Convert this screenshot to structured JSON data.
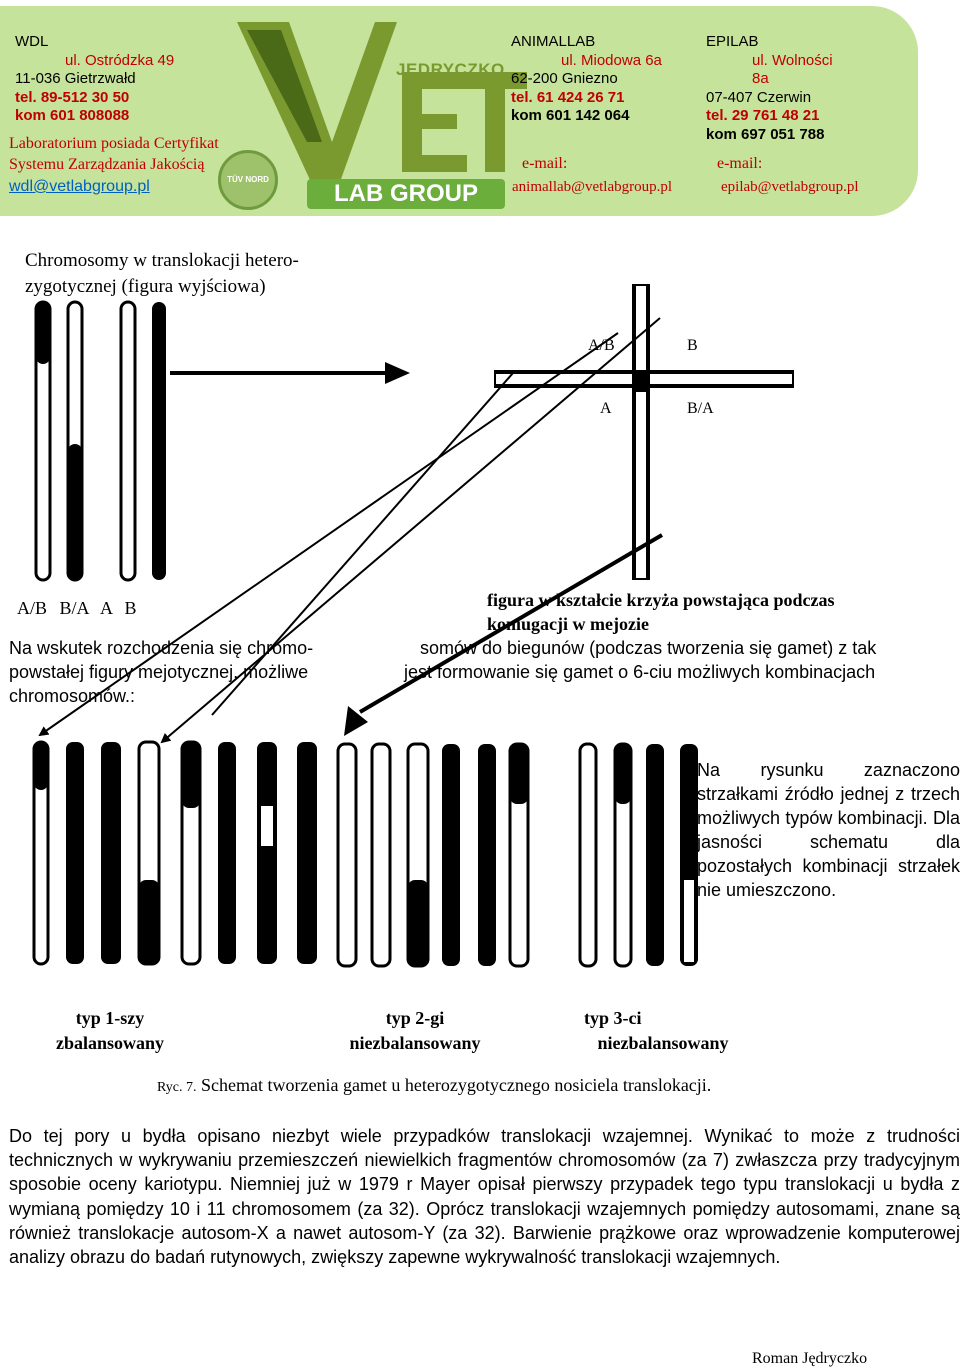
{
  "header": {
    "wdl": {
      "name": "WDL",
      "street": "ul. Ostródzka 49",
      "city": "11-036 Gietrzwałd",
      "tel": "tel. 89-512 30 50",
      "kom": "kom 601 808088",
      "email": "wdl@vetlabgroup.pl"
    },
    "certificate": [
      "Laboratorium posiada Certyfikat",
      "Systemu Zarządzania Jakością"
    ],
    "animallab": {
      "name": "ANIMALLAB",
      "street": "ul. Miodowa 6a",
      "city": "62-200 Gniezno",
      "tel": "tel. 61 424 26 71",
      "kom": "kom 601 142 064",
      "email_label": "e-mail:",
      "email": "animallab@vetlabgroup.pl"
    },
    "epilab": {
      "name": "EPILAB",
      "street1": "ul. Wolności",
      "street2": "8a",
      "city": "07-407 Czerwin",
      "tel": "tel. 29 761 48 21",
      "kom": "kom 697 051 788",
      "email_label": "e-mail:",
      "email": "epilab@vetlabgroup.pl"
    },
    "logo_brand": "JĘDRYCZKO",
    "logo_group": "LAB GROUP",
    "seal_text": "TÜV NORD",
    "colors": {
      "header_bg": "#c6e39b",
      "accent_red": "#c00000",
      "logo_green": "#6cae3b"
    }
  },
  "figure": {
    "title_lines": [
      "Chromosomy w translokacji hetero-",
      "zygotycznej (figura wyjściowa)"
    ],
    "chromosome_labels": "A/B B/A A B",
    "cross_labels": {
      "top_left": "A/B",
      "top_right": "B",
      "bottom_left": "A",
      "bottom_right": "B/A"
    },
    "cross_caption_lines": [
      "figura w kształcie krzyża powstająca podczas",
      "koniugacji w mejozie"
    ],
    "left_text_lines": [
      "Na wskutek rozchodzenia się chromo-",
      "powstałej figury mejotycznej, możliwe",
      "chromosomów.:"
    ],
    "right_text_lines": [
      "somów do biegunów (podczas tworzenia się gamet) z tak",
      "jest formowanie się gamet o 6-ciu możliwych kombinacjach"
    ],
    "note": "Na rysunku zaznaczono strzałkami źródło jednej z trzech możliwych typów kombinacji. Dla jasności schematu dla pozostałych kombinacji strzałek nie umieszczono.",
    "types": [
      {
        "line1": "typ  1-szy",
        "line2": "zbalansowany"
      },
      {
        "line1": "typ 2-gi",
        "line2": "niezbalansowany"
      },
      {
        "line1": "typ 3-ci",
        "line2": "niezbalansowany"
      }
    ],
    "caption_prefix": "Ryc. 7.",
    "caption": "Schemat tworzenia gamet u heterozygotycznego nosiciela translokacji."
  },
  "body_text": "Do tej pory u bydła opisano niezbyt wiele przypadków translokacji wzajemnej. Wynikać to może z trudności technicznych w wykrywaniu przemieszczeń niewielkich fragmentów chromosomów (za 7) zwłaszcza przy tradycyjnym sposobie oceny kariotypu. Niemniej już w 1979 r Mayer opisał pierwszy przypadek tego typu translokacji u bydła z wymianą pomiędzy 10 i 11 chromosomem (za 32). Oprócz translokacji wzajemnych pomiędzy autosomami, znane są również translokacje autosom-X a nawet autosom-Y (za 32). Barwienie prążkowe oraz wprowadzenie komputerowej analizy obrazu do badań rutynowych, zwiększy zapewne wykrywalność translokacji wzajemnych.",
  "author": "Roman Jędryczko"
}
